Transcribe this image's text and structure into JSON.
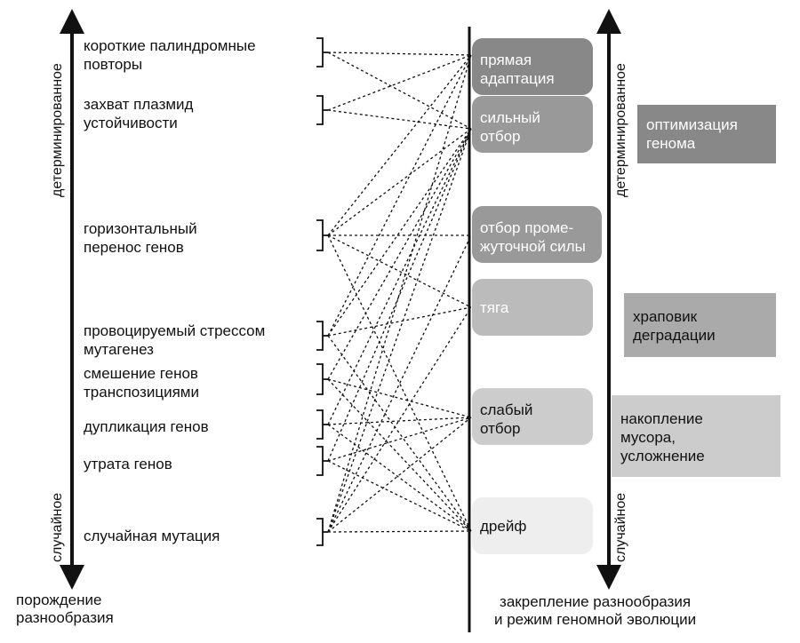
{
  "left_axis": {
    "top_label": "детерминированное",
    "bottom_label": "случайное",
    "caption": [
      "порождение",
      "разнообразия"
    ]
  },
  "right_axis": {
    "top_label": "детерминированное",
    "bottom_label": "случайное",
    "caption": [
      "закрепление разнообразия",
      "и режим геномной эволюции"
    ]
  },
  "sources": [
    {
      "lines": [
        "короткие палиндромные",
        "повторы"
      ]
    },
    {
      "lines": [
        "захват плазмид",
        "устойчивости"
      ]
    },
    {
      "lines": [
        "горизонтальный",
        "перенос генов"
      ]
    },
    {
      "lines": [
        "провоцируемый стрессом",
        "мутагенез"
      ]
    },
    {
      "lines": [
        "смешение генов",
        "транспозициями"
      ]
    },
    {
      "lines": [
        "дупликация генов"
      ]
    },
    {
      "lines": [
        "утрата генов"
      ]
    },
    {
      "lines": [
        "случайная мутация"
      ]
    }
  ],
  "regimes": [
    {
      "lines": [
        "прямая",
        "адаптация"
      ],
      "color": "#888888"
    },
    {
      "lines": [
        "сильный",
        "отбор"
      ],
      "color": "#999999"
    },
    {
      "lines": [
        "отбор проме-",
        "жуточной силы"
      ],
      "color": "#999999"
    },
    {
      "lines": [
        "тяга"
      ],
      "color": "#bbbbbb"
    },
    {
      "lines": [
        "слабый",
        "отбор"
      ],
      "color": "#cccccc"
    },
    {
      "lines": [
        "дрейф"
      ],
      "color": "#eeeeee"
    }
  ],
  "outcomes": [
    {
      "lines": [
        "оптимизация",
        "генома"
      ],
      "color": "#888888"
    },
    {
      "lines": [
        "храповик",
        "деградации"
      ],
      "color": "#aaaaaa"
    },
    {
      "lines": [
        "накопление",
        "мусора,",
        "усложнение"
      ],
      "color": "#cccccc"
    }
  ],
  "connections": [
    [
      0,
      0
    ],
    [
      0,
      1
    ],
    [
      1,
      0
    ],
    [
      1,
      1
    ],
    [
      2,
      0
    ],
    [
      2,
      1
    ],
    [
      2,
      2
    ],
    [
      2,
      3
    ],
    [
      2,
      5
    ],
    [
      3,
      0
    ],
    [
      3,
      1
    ],
    [
      3,
      3
    ],
    [
      3,
      5
    ],
    [
      4,
      1
    ],
    [
      4,
      4
    ],
    [
      4,
      5
    ],
    [
      5,
      1
    ],
    [
      5,
      4
    ],
    [
      5,
      5
    ],
    [
      6,
      1
    ],
    [
      6,
      4
    ],
    [
      6,
      5
    ],
    [
      7,
      0
    ],
    [
      7,
      1
    ],
    [
      7,
      2
    ],
    [
      7,
      3
    ],
    [
      7,
      4
    ],
    [
      7,
      5
    ]
  ]
}
